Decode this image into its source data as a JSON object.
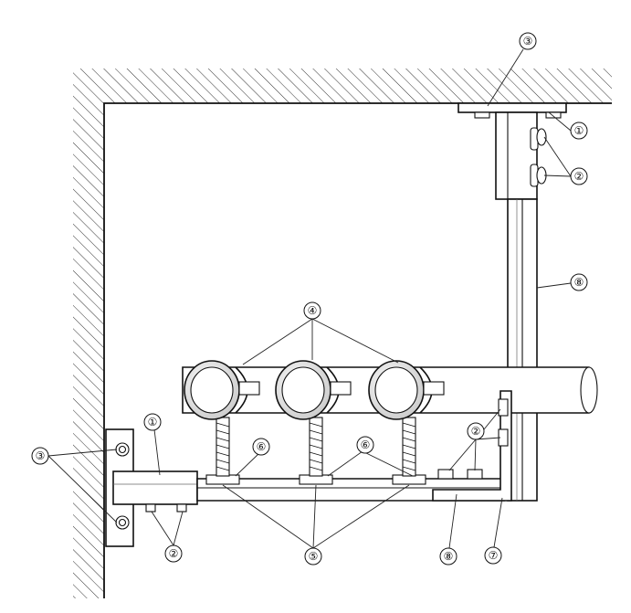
{
  "callouts": [
    {
      "id": "c3-top",
      "label": "③"
    },
    {
      "id": "c1-right",
      "label": "①"
    },
    {
      "id": "c2-right",
      "label": "②"
    },
    {
      "id": "c8-right",
      "label": "⑧"
    },
    {
      "id": "c4",
      "label": "④"
    },
    {
      "id": "c6-left",
      "label": "⑥"
    },
    {
      "id": "c6-mid",
      "label": "⑥"
    },
    {
      "id": "c2-mid",
      "label": "②"
    },
    {
      "id": "c1-left",
      "label": "①"
    },
    {
      "id": "c3-left",
      "label": "③"
    },
    {
      "id": "c2-left",
      "label": "②"
    },
    {
      "id": "c5",
      "label": "⑤"
    },
    {
      "id": "c8-bottom",
      "label": "⑧"
    },
    {
      "id": "c7",
      "label": "⑦"
    }
  ],
  "colors": {
    "ink": "#111111",
    "paper": "#ffffff",
    "hatch": "#333333",
    "shade": "#dcdcdc"
  }
}
